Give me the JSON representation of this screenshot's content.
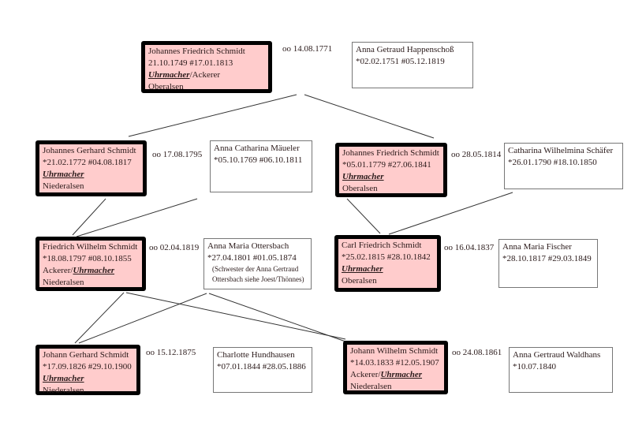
{
  "persons": [
    {
      "name": "Johannes Friedrich Schmidt",
      "dates": "21.10.1749 #17.01.1813",
      "occ_pre": "",
      "occ": "Uhrmacher",
      "occ_post": "/Ackerer",
      "place": "Oberalsen",
      "marriage": "oo 14.08.1771",
      "spouse": {
        "name": "Anna Getraud Happenschoß",
        "dates": "*02.02.1751 #05.12.1819"
      }
    },
    {
      "name": "Johannes Gerhard Schmidt",
      "dates": "*21.02.1772 #04.08.1817",
      "occ_pre": "",
      "occ": "Uhrmacher",
      "occ_post": "",
      "place": "Niederalsen",
      "marriage": "oo 17.08.1795",
      "spouse": {
        "name": "Anna Catharina Mäueler",
        "dates": "*05.10.1769 #06.10.1811"
      }
    },
    {
      "name": "Johannes Friedrich Schmidt",
      "dates": "*05.01.1779 #27.06.1841",
      "occ_pre": "",
      "occ": "Uhrmacher",
      "occ_post": "",
      "place": "Oberalsen",
      "marriage": "oo 28.05.1814",
      "spouse": {
        "name": "Catharina Wilhelmina Schäfer",
        "dates": "*26.01.1790 #18.10.1850"
      }
    },
    {
      "name": "Friedrich Wilhelm Schmidt",
      "dates": "*18.08.1797 #08.10.1855",
      "occ_pre": "Ackerer/",
      "occ": "Uhrmacher",
      "occ_post": "",
      "place": "Niederalsen",
      "marriage": "oo 02.04.1819",
      "spouse": {
        "name": "Anna Maria Ottersbach",
        "dates": "*27.04.1801 #01.05.1874",
        "note1": "(Schwester der Anna Gertraud",
        "note2": "Ottersbach siehe Joest/Thönnes)"
      }
    },
    {
      "name": "Carl Friedrich Schmidt",
      "dates": "*25.02.1815 #28.10.1842",
      "occ_pre": "",
      "occ": "Uhrmacher",
      "occ_post": "",
      "place": "Oberalsen",
      "marriage": "oo 16.04.1837",
      "spouse": {
        "name": "Anna Maria Fischer",
        "dates": "*28.10.1817 #29.03.1849"
      }
    },
    {
      "name": "Johann Gerhard Schmidt",
      "dates": "*17.09.1826 #29.10.1900",
      "occ_pre": "",
      "occ": "Uhrmacher",
      "occ_post": "",
      "place": "Niederalsen",
      "marriage": "oo 15.12.1875",
      "spouse": {
        "name": "Charlotte Hundhausen",
        "dates": "*07.01.1844 #28.05.1886"
      }
    },
    {
      "name": "Johann Wilhelm Schmidt",
      "dates": "*14.03.1833 #12.05.1907",
      "occ_pre": "Ackerer/",
      "occ": "Uhrmacher",
      "occ_post": "",
      "place": "Niederalsen",
      "marriage": "oo 24.08.1861",
      "spouse": {
        "name": "Anna Gertraud Waldhans",
        "dates": "*10.07.1840"
      }
    }
  ]
}
